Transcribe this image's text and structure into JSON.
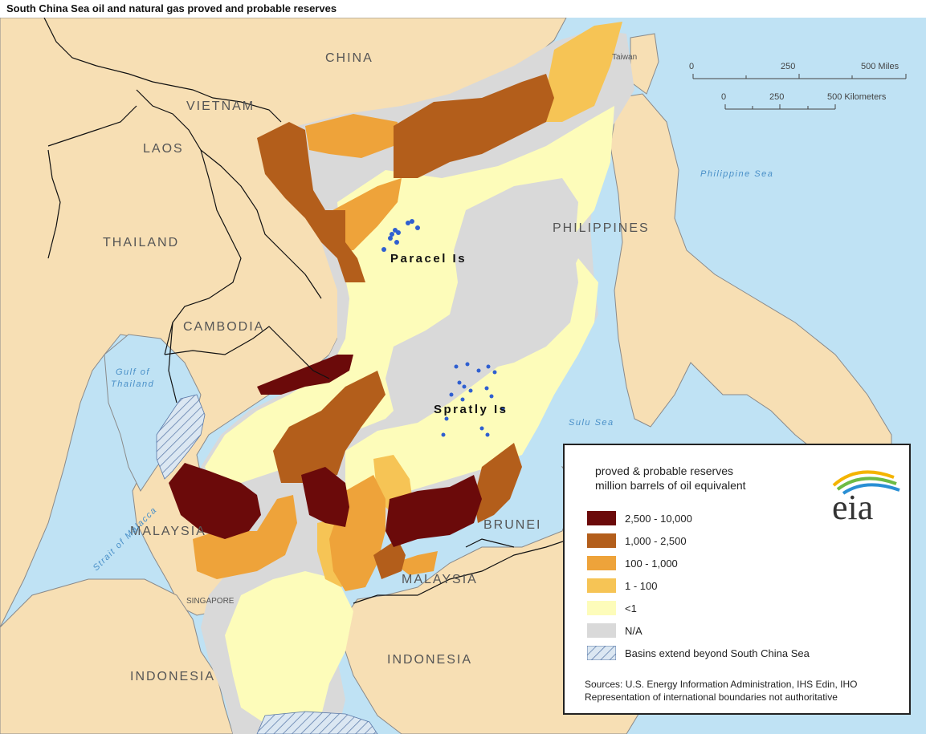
{
  "title": "South China Sea oil and natural gas proved and probable reserves",
  "map": {
    "countries": [
      "CHINA",
      "VIETNAM",
      "LAOS",
      "THAILAND",
      "CAMBODIA",
      "PHILIPPINES",
      "MALAYSIA",
      "MALAYSIA",
      "BRUNEI",
      "INDONESIA",
      "INDONESIA"
    ],
    "small_labels": [
      "Taiwan",
      "SINGAPORE"
    ],
    "seas": [
      "Philippine Sea",
      "Sulu Sea",
      "Gulf of",
      "Thailand",
      "Strait of Malacca"
    ],
    "islands": [
      "Paracel Is",
      "Spratly Is"
    ],
    "colors": {
      "land": "#f7dfb4",
      "sea": "#bfe2f4",
      "shelf_na": "#d9d9d9",
      "lt1": "#fdfcba",
      "r1_100": "#f6c455",
      "r100_1000": "#eea33a",
      "r1000_2500": "#b35e1b",
      "r2500_10000": "#6b0a0a",
      "island_dots": "#2f5fd0"
    }
  },
  "scale": {
    "miles": [
      "0",
      "250",
      "500 Miles"
    ],
    "kilometers": [
      "0",
      "250",
      "500 Kilometers"
    ]
  },
  "legend": {
    "title_line1": "proved & probable reserves",
    "title_line2": "million barrels of oil equivalent",
    "items": [
      {
        "label": "2,500 - 10,000",
        "color": "#6b0a0a"
      },
      {
        "label": "1,000 - 2,500",
        "color": "#b35e1b"
      },
      {
        "label": "100 - 1,000",
        "color": "#eea33a"
      },
      {
        "label": "1 - 100",
        "color": "#f6c455"
      },
      {
        "label": "<1",
        "color": "#fdfcba"
      },
      {
        "label": "N/A",
        "color": "#d9d9d9"
      },
      {
        "label": "Basins extend beyond South China Sea",
        "color": "hatch"
      }
    ],
    "logo_text": "eia",
    "sources_line1": "Sources: U.S. Energy Information Administration, IHS Edin, IHO",
    "sources_line2": "Representation of international boundaries not authoritative"
  }
}
